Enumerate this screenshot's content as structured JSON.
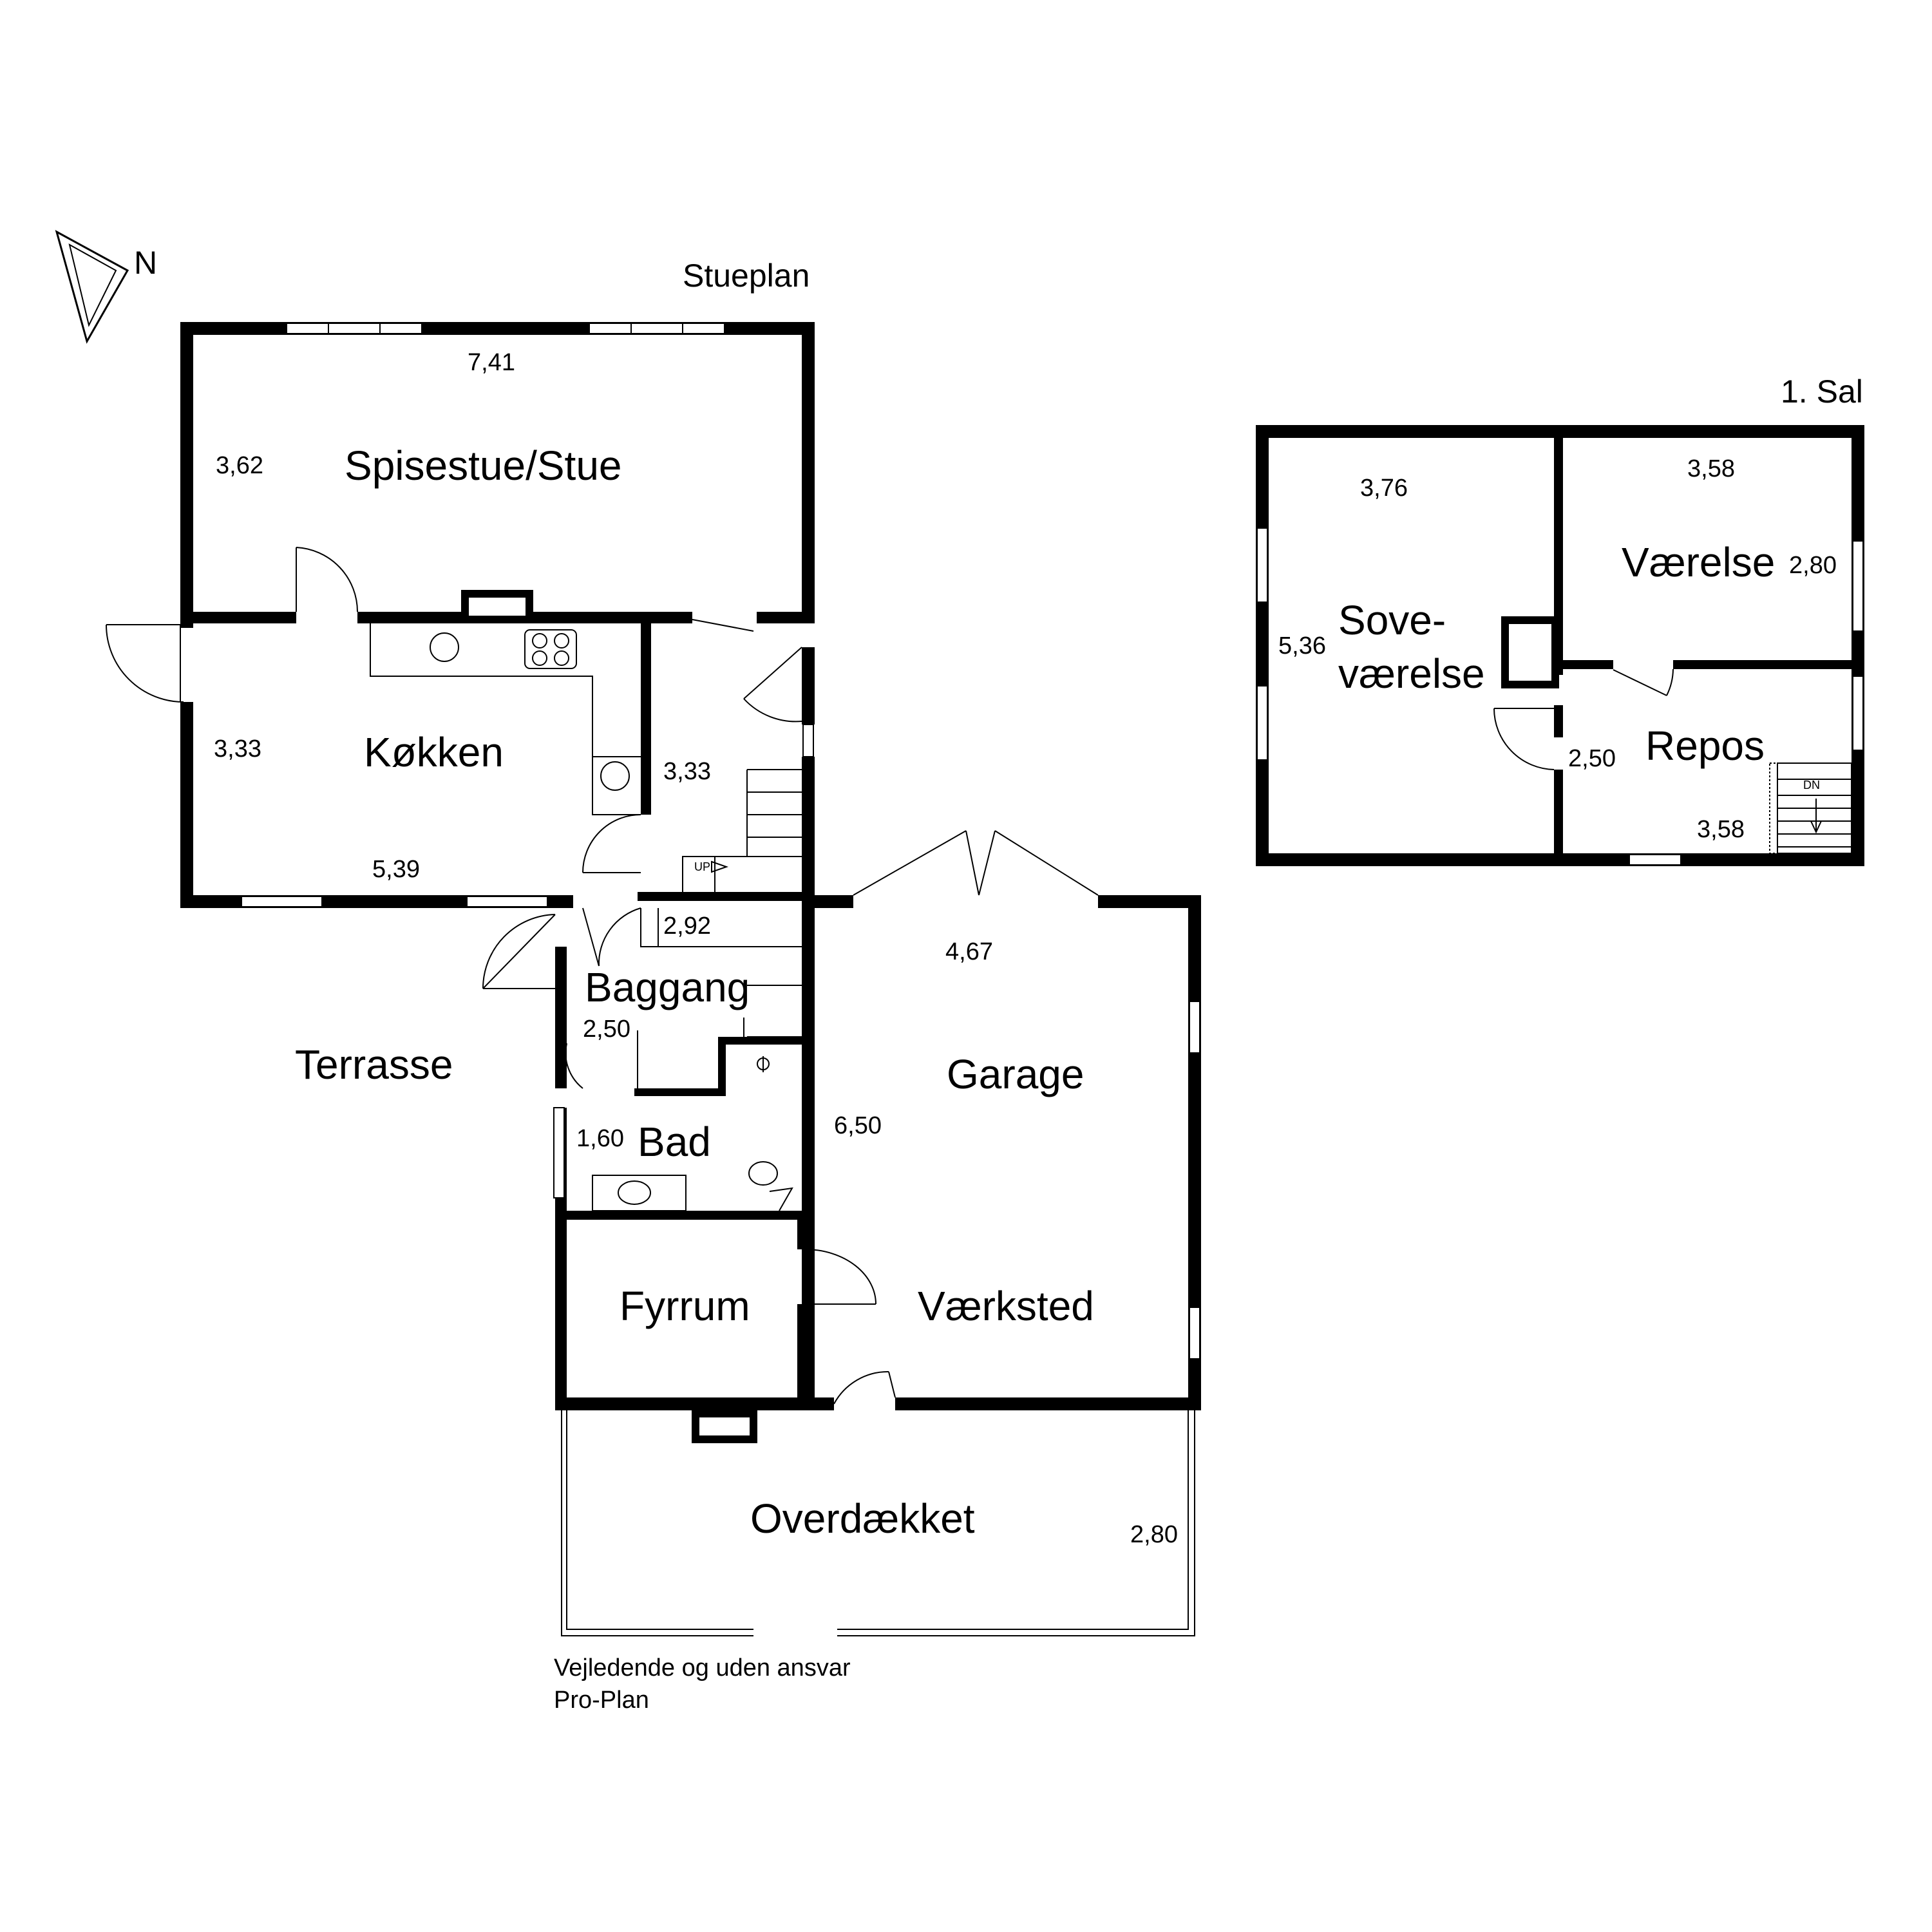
{
  "north_label": "N",
  "ground_floor": {
    "title": "Stueplan",
    "rooms": {
      "living": "Spisestue/Stue",
      "kitchen": "Køkken",
      "back_hall": "Baggang",
      "bath": "Bad",
      "boiler": "Fyrrum",
      "garage": "Garage",
      "workshop": "Værksted",
      "covered": "Overdækket",
      "terrace": "Terrasse"
    },
    "dimensions": {
      "living_width": "7,41",
      "living_depth": "3,62",
      "kitchen_depth": "3,33",
      "kitchen_width": "5,39",
      "hall_depth": "3,33",
      "stair_width": "2,92",
      "back_hall_depth": "2,50",
      "bath_depth": "1,60",
      "garage_width": "4,67",
      "garage_depth": "6,50",
      "covered_depth": "2,80"
    },
    "stair_label": "UP"
  },
  "first_floor": {
    "title": "1. Sal",
    "rooms": {
      "bedroom_line1": "Sove-",
      "bedroom_line2": "værelse",
      "room": "Værelse",
      "landing": "Repos"
    },
    "dimensions": {
      "bedroom_width": "3,76",
      "bedroom_depth": "5,36",
      "room_width": "3,58",
      "room_depth": "2,80",
      "landing_depth": "2,50",
      "landing_width": "3,58"
    },
    "stair_label": "DN"
  },
  "disclaimer": {
    "line1": "Vejledende og uden ansvar",
    "line2": "Pro-Plan"
  }
}
